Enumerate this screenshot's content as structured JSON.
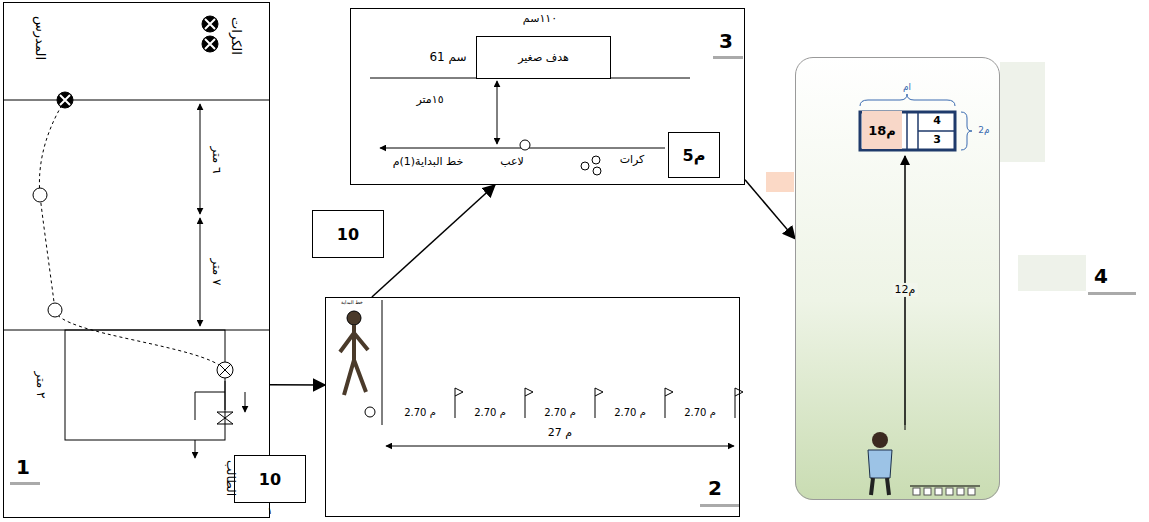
{
  "diagram": {
    "nodes": [
      {
        "text": [
          "1"
        ]
      },
      {
        "text": [
          "2"
        ]
      },
      {
        "text": [
          "3"
        ]
      },
      {
        "text": [
          "4"
        ]
      },
      {
        "text": [
          "10"
        ]
      },
      {
        "text": [
          "10"
        ]
      },
      {
        "text": [
          "5م"
        ]
      },
      {
        "text": [
          "هدف صغير"
        ],
        "in": 2
      },
      {
        "text": [
          "18م"
        ],
        "in": 3
      }
    ],
    "edges": [
      {
        "from": 0,
        "to": 1,
        "arrow": "to"
      },
      {
        "from": 1,
        "to": 2,
        "arrow": "to"
      },
      {
        "from": 2,
        "to": 3,
        "arrow": "to"
      }
    ],
    "labels": [
      "المدرس",
      "الكرات",
      "٦ متر",
      "٧ متر",
      "٢ متر",
      "الطالب",
      "خط البداية",
      "2.70 م",
      "2.70 م",
      "2.70 م",
      "2.70 م",
      "2.70 م",
      "27 م",
      "١",
      "١١٠سم",
      "61 سم",
      "١٥متر",
      "لاعب",
      "خط البداية(1)م",
      "كرات",
      "ام",
      "2م",
      "12م",
      "4",
      "3"
    ]
  }
}
